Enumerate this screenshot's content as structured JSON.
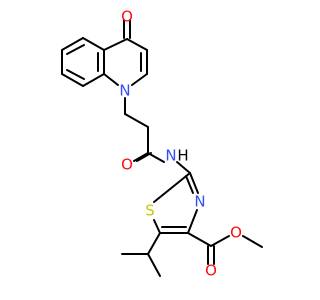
{
  "colors": {
    "bond": "#000000",
    "oxygen": "#ff0d0d",
    "nitrogen": "#3050f8",
    "sulfur": "#c8c800",
    "hydrogen": "#000000"
  },
  "atoms": {
    "ketone_o": "O",
    "quinolone_n": "N",
    "amide_o": "O",
    "amide_n": "N",
    "amide_h": "H",
    "thiazole_n": "N",
    "thiazole_s": "S",
    "ester_o_carbonyl": "O",
    "ester_o_methoxy": "O"
  }
}
